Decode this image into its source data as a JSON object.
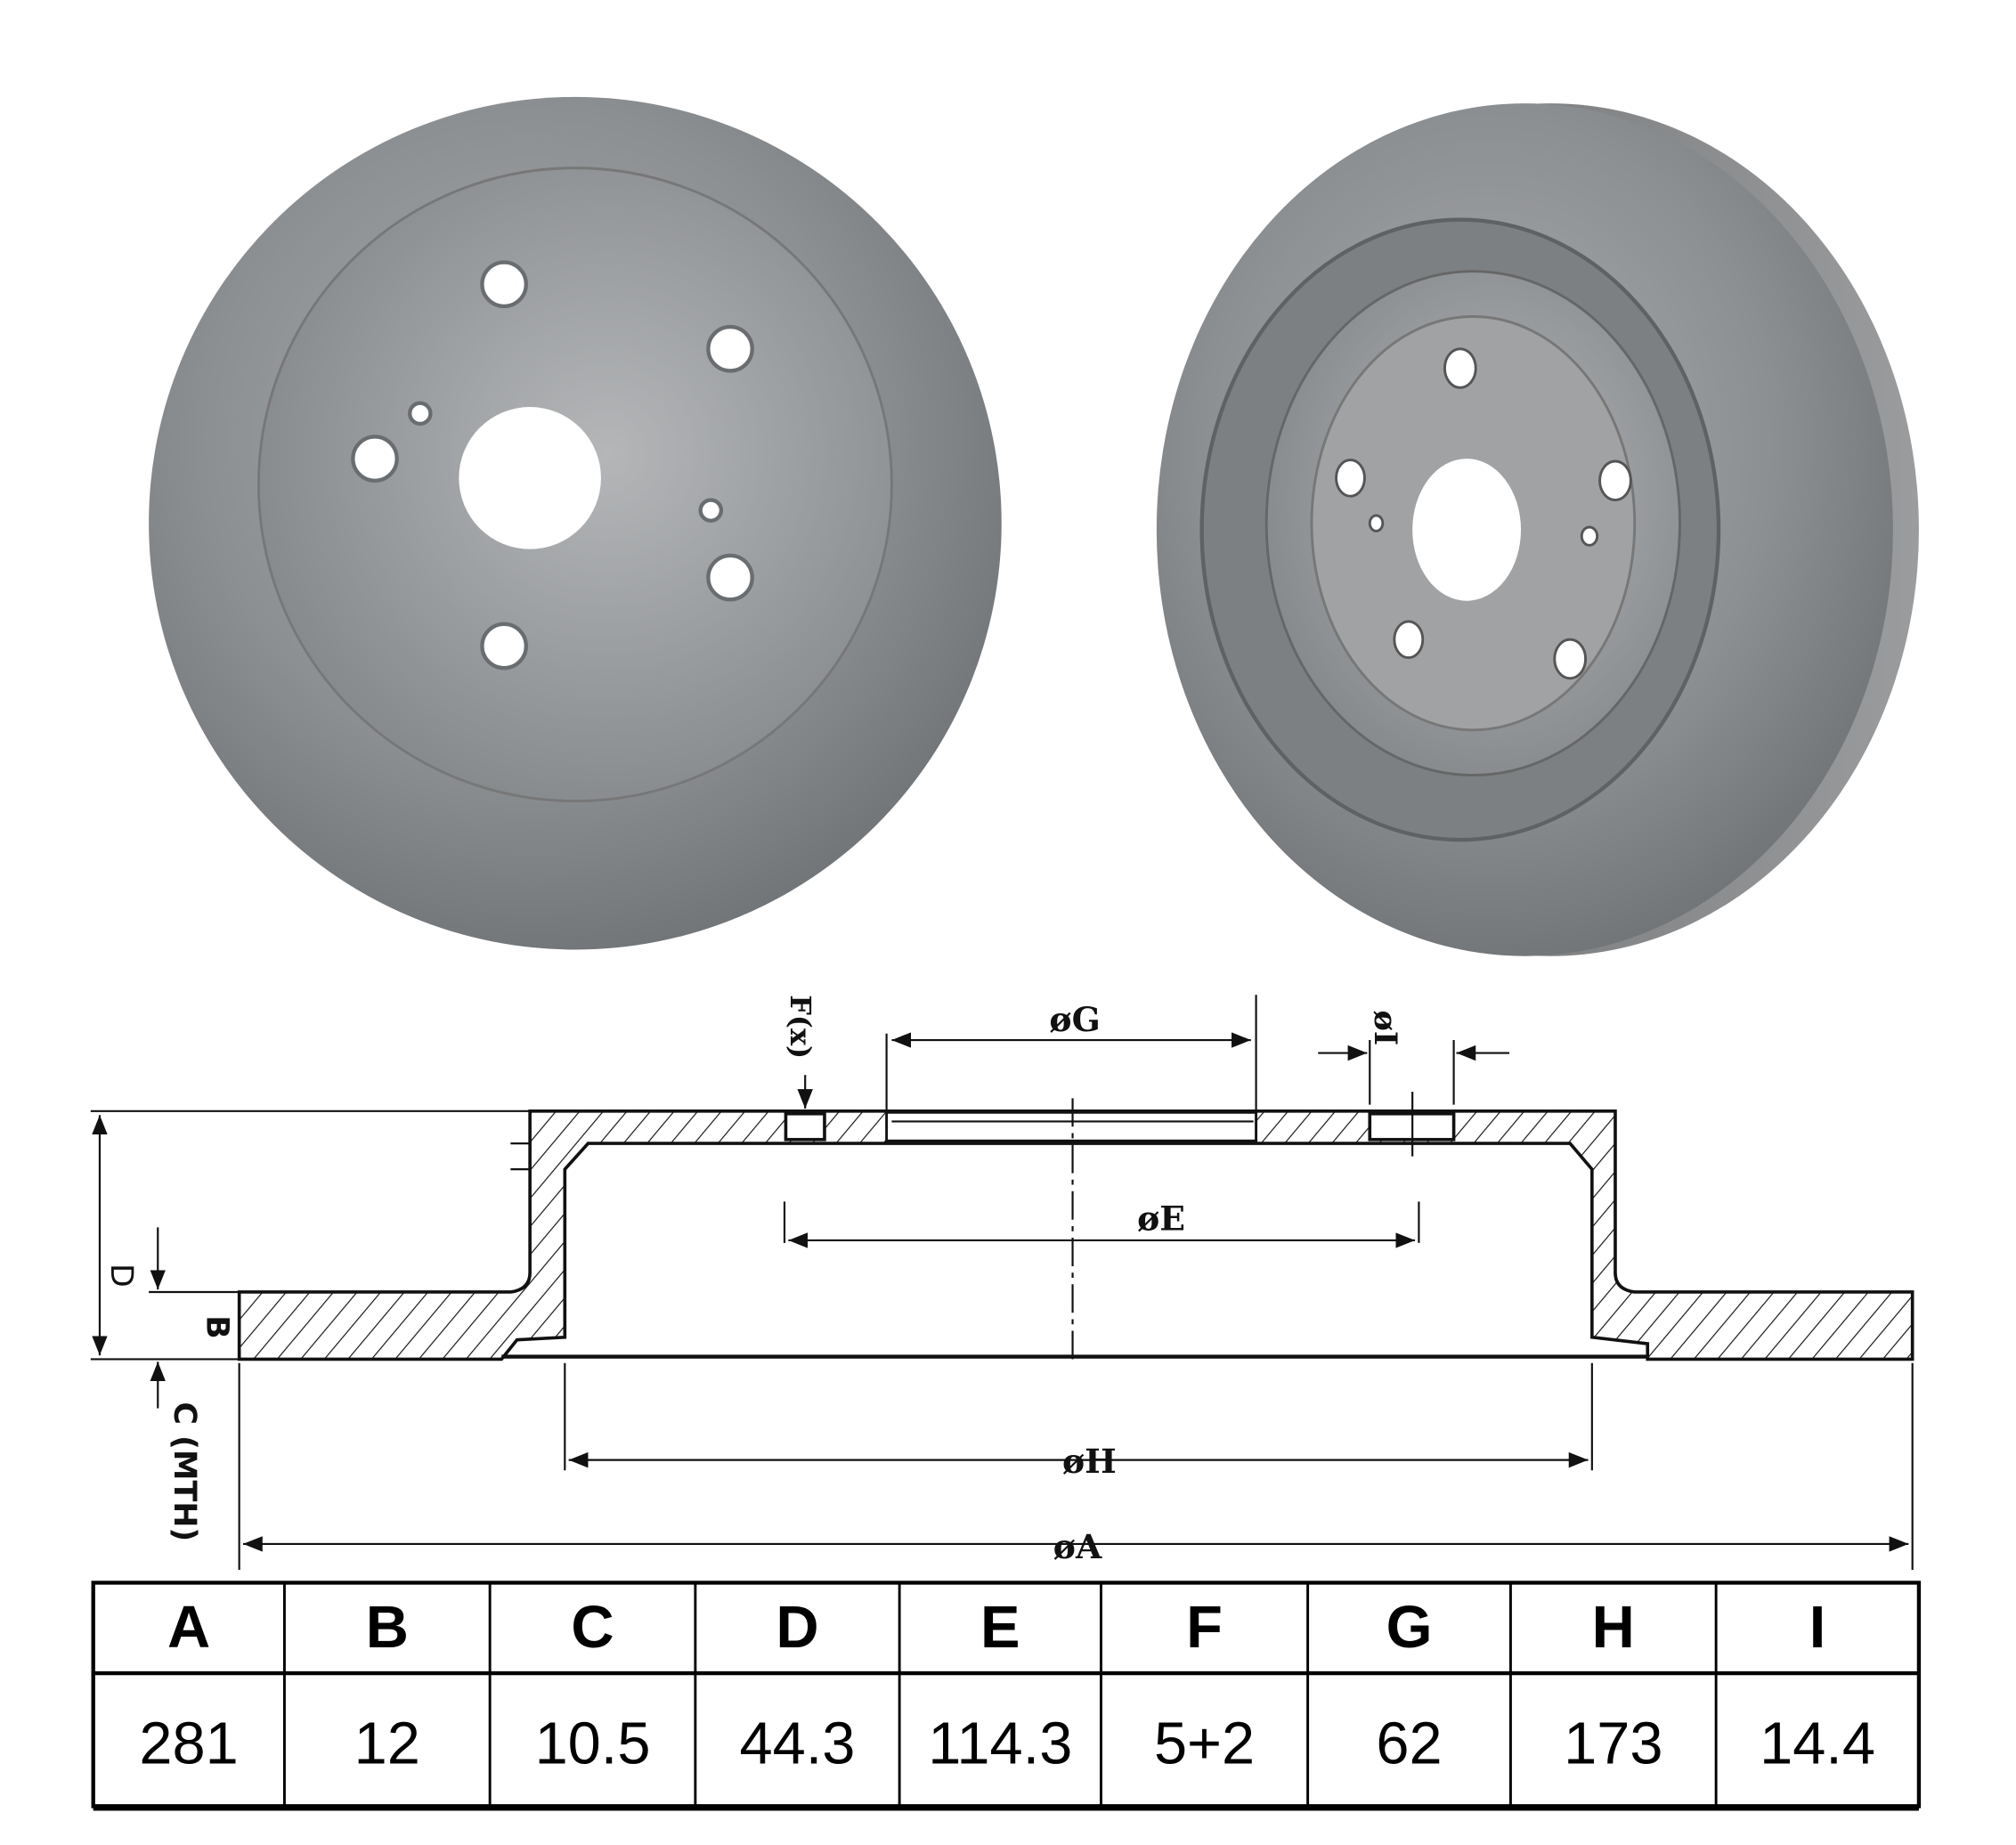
{
  "diagram": {
    "labels": {
      "f": "F(x)",
      "g": "øG",
      "i": "øI",
      "e": "øE",
      "h": "øH",
      "a": "øA",
      "d": "D",
      "b": "B",
      "c": "C (MTH)"
    }
  },
  "spec_table": {
    "headers": [
      "A",
      "B",
      "C",
      "D",
      "E",
      "F",
      "G",
      "H",
      "I"
    ],
    "values": [
      "281",
      "12",
      "10.5",
      "44.3",
      "114.3",
      "5+2",
      "62",
      "173",
      "14.4"
    ]
  },
  "colors": {
    "disc_metal": "#8a8d90",
    "line": "#111111"
  }
}
